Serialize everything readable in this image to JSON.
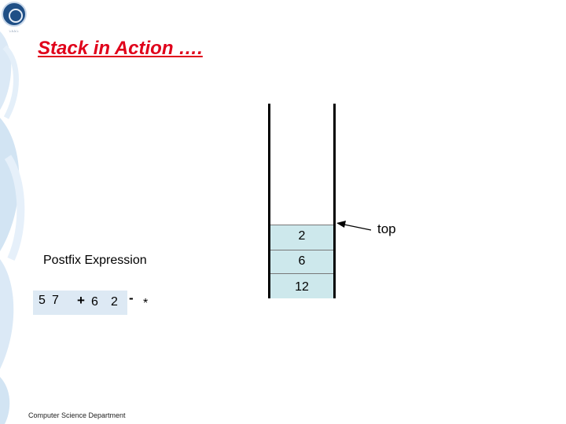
{
  "header": {
    "logo_caption": "১৯৯১",
    "title": "Stack in Action …."
  },
  "expression": {
    "label": "Postfix Expression",
    "tokens": [
      "5",
      "7",
      "+",
      "6",
      "2",
      "-",
      "*"
    ]
  },
  "stack": {
    "cells": [
      "2",
      "6",
      "12"
    ],
    "pointer_label": "top",
    "cell_color": "#cde8ec"
  },
  "footer": {
    "text": "Computer Science Department"
  },
  "theme": {
    "title_color": "#e0001a",
    "decor_color": "#d9e8f5",
    "expression_box_color": "#dde9f4"
  }
}
